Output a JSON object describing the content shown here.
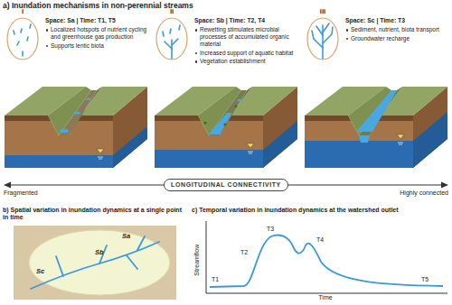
{
  "diagram": {
    "nodes": [
      {
        "text": [
          "LONGITUDINAL CONNECTIVITY"
        ]
      },
      {
        "text": [
          "Sa",
          "Sb",
          "Sc"
        ]
      }
    ],
    "labels": [
      "a) Inundation mechanisms in non-perennial streams",
      "i",
      "Space: Sa | Time: T1, T5",
      "Localized hotspots of nutrient cycling and greenhouse gas production",
      "Supports lentic biota",
      "ii",
      "Space: Sb | Time: T2, T4",
      "Rewetting stimulates microbial processes of accumulated organic material",
      "Increased support of aquatic habitat",
      "Vegetation establishment",
      "iii",
      "Space: Sc | Time: T3",
      "Sediment, nutrient, biota transport",
      "Groundwater recharge",
      "Fragmented",
      "Highly connected",
      "b) Spatial variation in inundation dynamics at a single point in time",
      "c) Temporal variation in inundation dynamics at the watershed outlet",
      "Streamflow",
      "Time",
      "T1",
      "T2",
      "T3",
      "T4",
      "T5"
    ]
  }
}
